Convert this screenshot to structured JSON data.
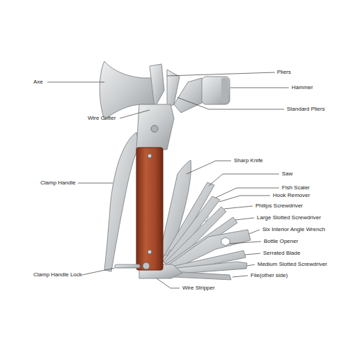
{
  "diagram": {
    "labels": [
      "Axe",
      "Pliers",
      "Hammer",
      "Standard Pliers",
      "Wire Cutter",
      "Sharp Knife",
      "Saw",
      "Clamp Handle",
      "Fish Scaler",
      "Hook Remover",
      "Philips Screwdriver",
      "Large Slotted Screwdriver",
      "Six Interior Angle Wrench",
      "Bottle Opener",
      "Serrated Blade",
      "Medium Slotted Screwdriver",
      "Clamp Handle Lock",
      "File(other side)",
      "Wire Stripper"
    ]
  }
}
